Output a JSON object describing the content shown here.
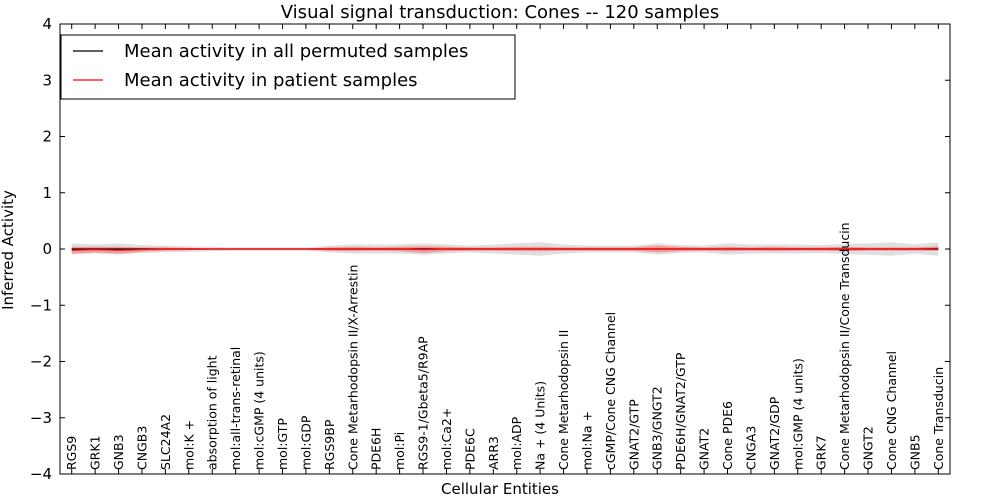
{
  "chart_data": {
    "type": "line",
    "title": "Visual signal transduction: Cones -- 120 samples",
    "xlabel": "Cellular Entities",
    "ylabel": "Inferred Activity",
    "ylim": [
      -4,
      4
    ],
    "yticks": [
      "−4",
      "−3",
      "−2",
      "−1",
      "0",
      "1",
      "2",
      "3",
      "4"
    ],
    "ytick_values": [
      -4,
      -3,
      -2,
      -1,
      0,
      1,
      2,
      3,
      4
    ],
    "legend_position": "top-left",
    "categories": [
      "RGS9",
      "GRK1",
      "GNB3",
      "CNGB3",
      "SLC24A2",
      "mol:K +",
      "absorption of light",
      "mol:all-trans-retinal",
      "mol:cGMP (4 units)",
      "mol:GTP",
      "mol:GDP",
      "RGS9BP",
      "Cone Metarhodopsin II/X-Arrestin",
      "PDE6H",
      "mol:Pi",
      "RGS9-1/Gbeta5/R9AP",
      "mol:Ca2+",
      "PDE6C",
      "ARR3",
      "mol:ADP",
      "Na + (4 Units)",
      "Cone Metarhodopsin II",
      "mol:Na +",
      "cGMP/Cone CNG Channel",
      "GNAT2/GTP",
      "GNB3/GNGT2",
      "PDE6H/GNAT2/GTP",
      "GNAT2",
      "Cone PDE6",
      "CNGA3",
      "GNAT2/GDP",
      "mol:GMP (4 units)",
      "GRK7",
      "Cone Metarhodopsin II/Cone Transducin",
      "GNGT2",
      "Cone CNG Channel",
      "GNB5",
      "Cone Transducin"
    ],
    "series": [
      {
        "name": "Mean activity in all permuted samples",
        "color": "#000000",
        "values": [
          0,
          0,
          0,
          0,
          0,
          0,
          0,
          0,
          0,
          0,
          0,
          0,
          0,
          0,
          0,
          0,
          0,
          0,
          0,
          0,
          0,
          0,
          0,
          0,
          0,
          0,
          0,
          0,
          0,
          0,
          0,
          0,
          0,
          0,
          0,
          0,
          0,
          0
        ],
        "band_half": [
          0.1,
          0.08,
          0.1,
          0.07,
          0.06,
          0.05,
          0.04,
          0.03,
          0.03,
          0.03,
          0.03,
          0.06,
          0.08,
          0.08,
          0.08,
          0.1,
          0.08,
          0.06,
          0.08,
          0.1,
          0.12,
          0.08,
          0.06,
          0.06,
          0.06,
          0.1,
          0.07,
          0.06,
          0.1,
          0.08,
          0.08,
          0.08,
          0.07,
          0.09,
          0.1,
          0.12,
          0.08,
          0.12
        ]
      },
      {
        "name": "Mean activity in patient samples",
        "color": "#ff0000",
        "values": [
          -0.02,
          -0.01,
          -0.02,
          -0.01,
          0,
          0,
          0,
          0,
          0,
          0,
          0,
          0,
          0,
          0,
          0,
          -0.01,
          0,
          0,
          0,
          0,
          0,
          0,
          0,
          0,
          0,
          0,
          0,
          0,
          0,
          0,
          0,
          0,
          0,
          0,
          0,
          0,
          0,
          0.01
        ],
        "band_half": [
          0.06,
          0.05,
          0.06,
          0.04,
          0.03,
          0.02,
          0.01,
          0.01,
          0.01,
          0.01,
          0.01,
          0.03,
          0.04,
          0.03,
          0.04,
          0.06,
          0.04,
          0.03,
          0.03,
          0.04,
          0.04,
          0.03,
          0.03,
          0.03,
          0.03,
          0.06,
          0.04,
          0.03,
          0.04,
          0.03,
          0.04,
          0.03,
          0.03,
          0.04,
          0.03,
          0.03,
          0.03,
          0.04
        ]
      }
    ]
  }
}
